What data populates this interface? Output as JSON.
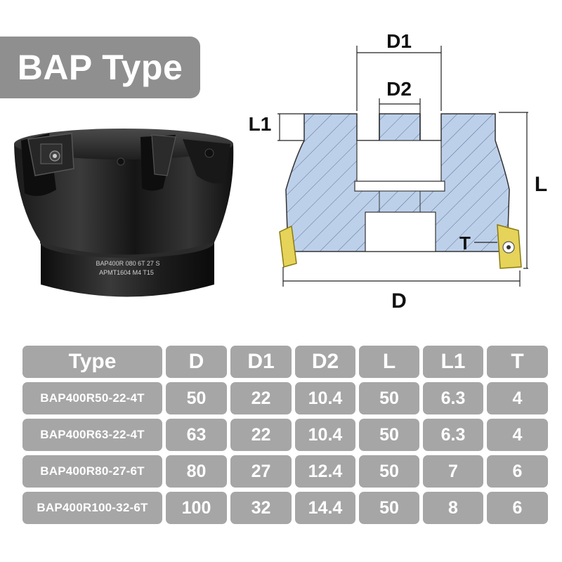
{
  "title": "BAP Type",
  "product": {
    "engraving_line1": "BAP400R 080 6T 27 S",
    "engraving_line2": "APMT1604 M4 T15"
  },
  "diagram": {
    "labels": {
      "D1": "D1",
      "D2": "D2",
      "L1": "L1",
      "L": "L",
      "T": "T",
      "D": "D"
    },
    "colors": {
      "body_fill": "#bdd0ea",
      "body_stroke": "#333333",
      "insert": "#e6d35a"
    }
  },
  "table": {
    "headers": [
      "Type",
      "D",
      "D1",
      "D2",
      "L",
      "L1",
      "T"
    ],
    "rows": [
      [
        "BAP400R50-22-4T",
        "50",
        "22",
        "10.4",
        "50",
        "6.3",
        "4"
      ],
      [
        "BAP400R63-22-4T",
        "63",
        "22",
        "10.4",
        "50",
        "6.3",
        "4"
      ],
      [
        "BAP400R80-27-6T",
        "80",
        "27",
        "12.4",
        "50",
        "7",
        "6"
      ],
      [
        "BAP400R100-32-6T",
        "100",
        "32",
        "14.4",
        "50",
        "8",
        "6"
      ]
    ]
  }
}
